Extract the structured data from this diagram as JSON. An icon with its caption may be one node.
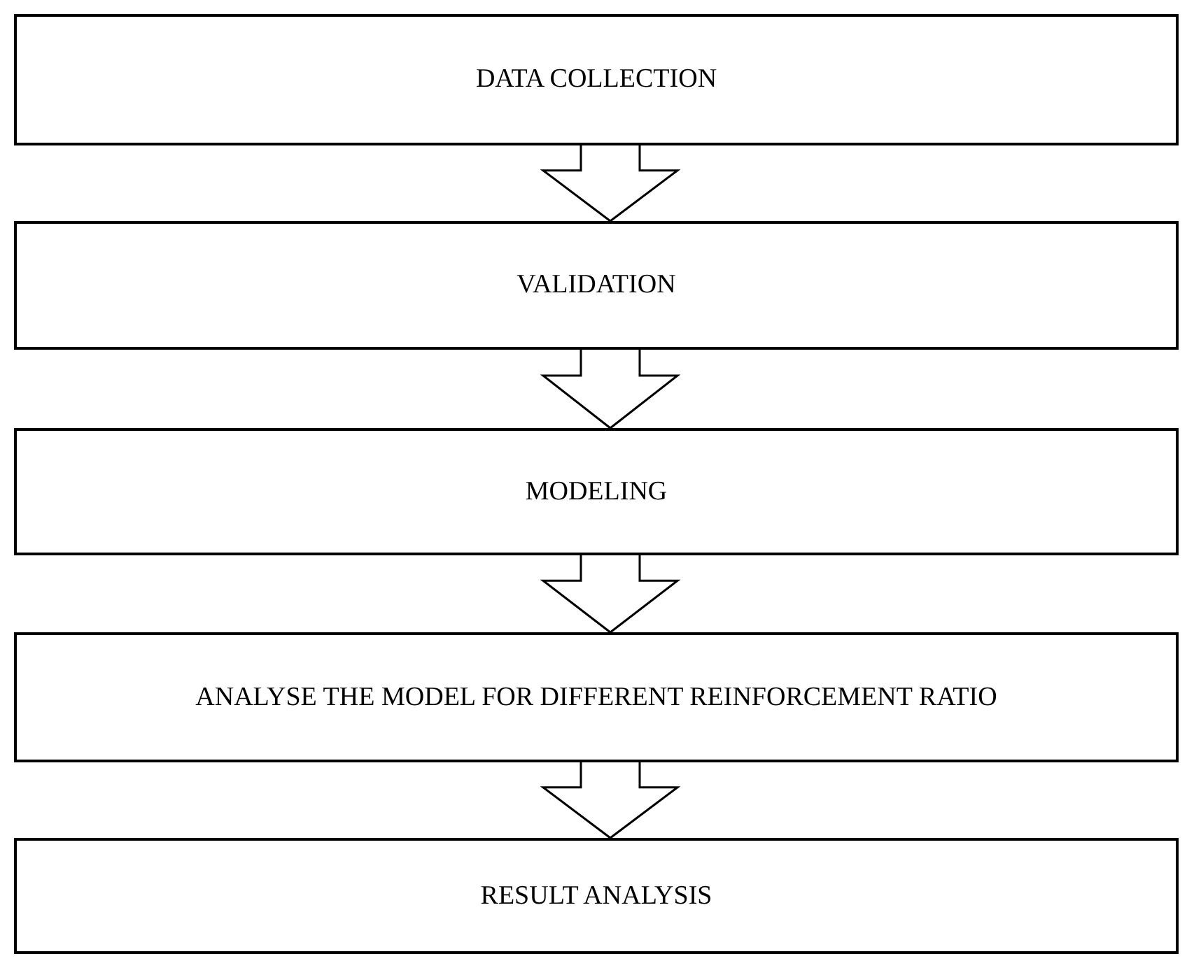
{
  "diagram": {
    "nodes": [
      {
        "text": [
          "DATA COLLECTION"
        ]
      },
      {
        "text": [
          "VALIDATION"
        ]
      },
      {
        "text": [
          "MODELING"
        ]
      },
      {
        "text": [
          "ANALYSE THE MODEL FOR DIFFERENT REINFORCEMENT RATIO"
        ]
      },
      {
        "text": [
          "RESULT ANALYSIS"
        ]
      }
    ],
    "edges": [
      {
        "from": 0,
        "to": 1,
        "arrow": "to"
      },
      {
        "from": 1,
        "to": 2,
        "arrow": "to"
      },
      {
        "from": 2,
        "to": 3,
        "arrow": "to"
      },
      {
        "from": 3,
        "to": 4,
        "arrow": "to"
      }
    ]
  }
}
